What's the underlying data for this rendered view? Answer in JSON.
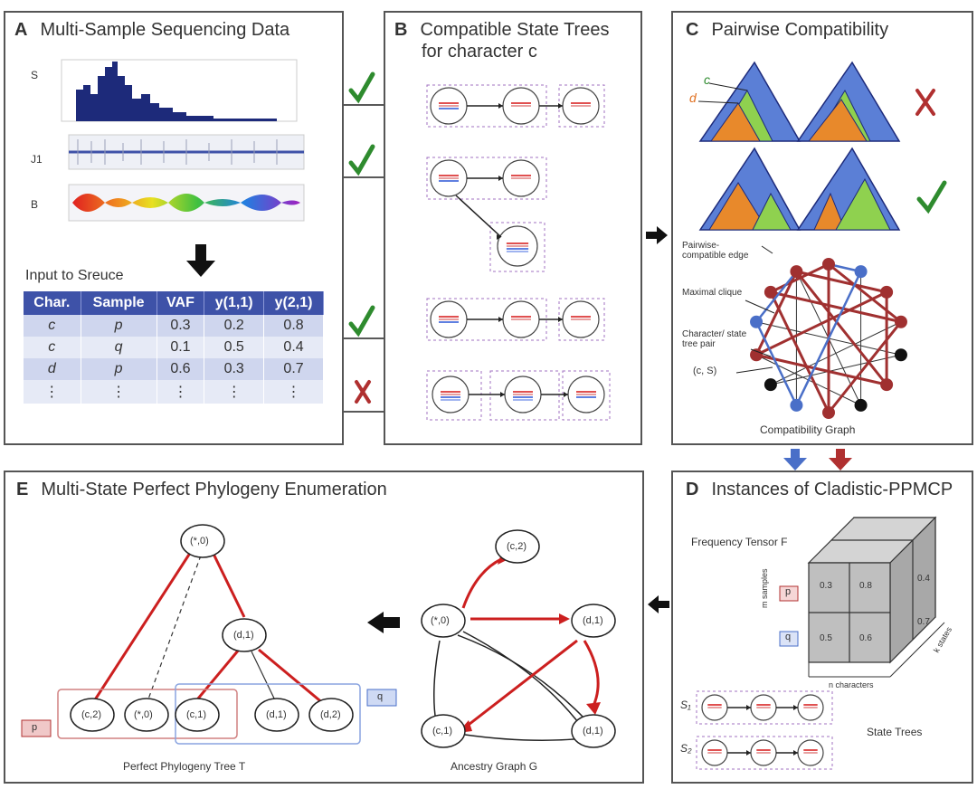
{
  "panelA": {
    "letter": "A",
    "title": "Multi-Sample Sequencing Data",
    "track_labels": [
      "S",
      "J1",
      "B"
    ],
    "input_label": "Input to Sreuce",
    "table": {
      "headers": [
        "Char.",
        "Sample",
        "VAF",
        "y(1,1)",
        "y(2,1)"
      ],
      "rows": [
        [
          "c",
          "p",
          "0.3",
          "0.2",
          "0.8"
        ],
        [
          "c",
          "q",
          "0.1",
          "0.5",
          "0.4"
        ],
        [
          "d",
          "p",
          "0.6",
          "0.3",
          "0.7"
        ],
        [
          "⋮",
          "⋮",
          "⋮",
          "⋮",
          "⋮"
        ]
      ]
    }
  },
  "panelB": {
    "letter": "B",
    "title_line1": "Compatible State Trees",
    "title_line2": "for character c"
  },
  "panelC": {
    "letter": "C",
    "title": "Pairwise Compatibility",
    "char_c": "c",
    "char_d": "d",
    "annotations": [
      "Pairwise-compatible edge",
      "Maximal clique",
      "Character/ state tree pair",
      "(c, S)"
    ],
    "graph_caption": "Compatibility Graph"
  },
  "panelD": {
    "letter": "D",
    "title": "Instances of Cladistic-PPMCP",
    "tensor_label": "Frequency Tensor F",
    "cell_values": [
      "0.3",
      "0.8",
      "0.4",
      "0.5",
      "0.6",
      "0.7"
    ],
    "box_p": "p",
    "box_q": "q",
    "axis_samples": "m samples",
    "axis_characters": "n characters",
    "axis_states": "k states",
    "state_tree_labels": [
      "S₁",
      "S₂"
    ],
    "state_trees_caption": "State Trees"
  },
  "panelE": {
    "letter": "E",
    "title": "Multi-State Perfect Phylogeny Enumeration",
    "tree_nodes": [
      "(*,0)",
      "(d,1)",
      "(c,2)",
      "(*,0)",
      "(c,1)",
      "(d,1)",
      "(d,2)"
    ],
    "graph_nodes": [
      "(c,2)",
      "(*,0)",
      "(d,1)",
      "(c,1)",
      "(d,1)"
    ],
    "box_p": "p",
    "box_q": "q",
    "tree_caption": "Perfect Phylogeny Tree T",
    "graph_caption": "Ancestry Graph G"
  },
  "colors": {
    "check": "#2e8b2e",
    "cross": "#b03030",
    "red_edge": "#cc1f1f",
    "blue_edge": "#4a6fc8",
    "header": "#3e52a8",
    "tri_blue": "#5b7fd6",
    "tri_orange": "#e8892b",
    "tri_green": "#8fd14f"
  }
}
